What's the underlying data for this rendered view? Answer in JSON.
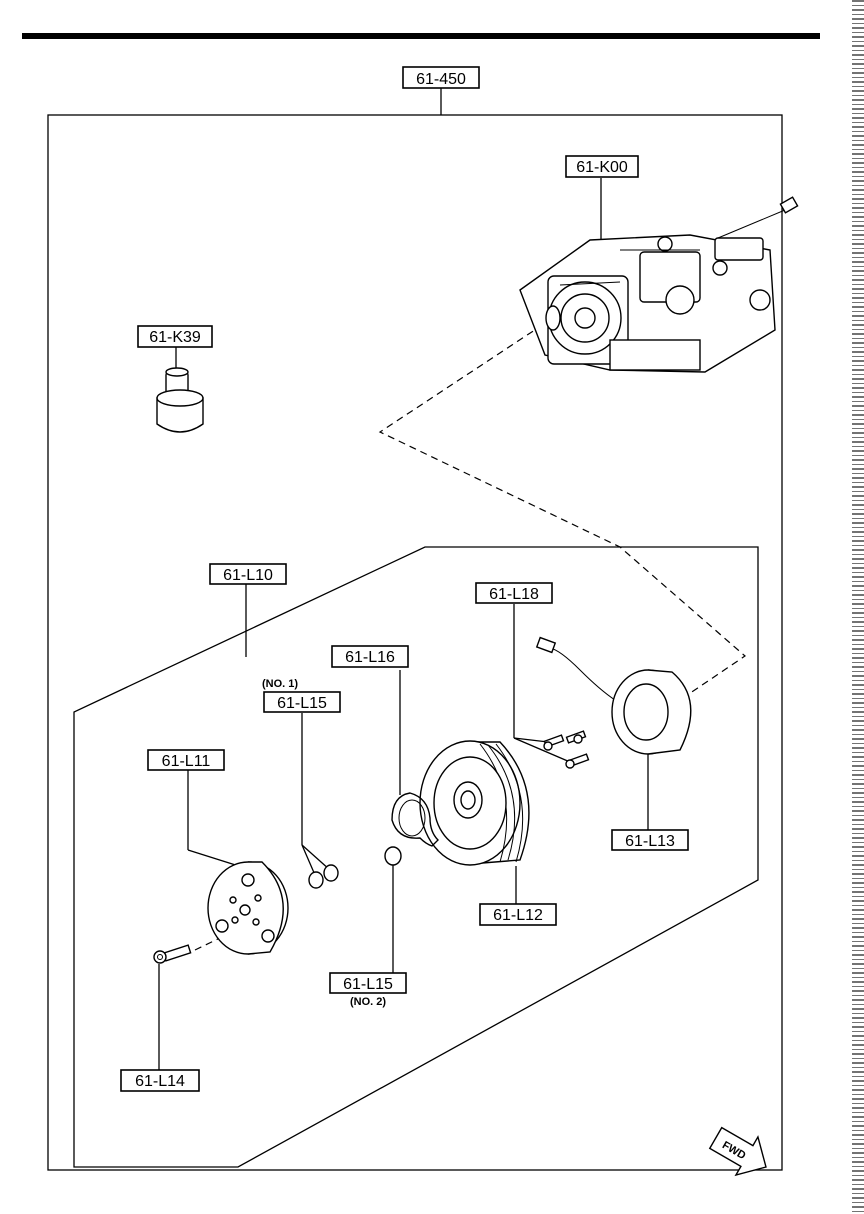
{
  "labels": {
    "assembly": "61-450",
    "compressor": "61-K00",
    "oil": "61-K39",
    "clutch_kit": "61-L10",
    "hub": "61-L11",
    "pulley": "61-L12",
    "coil": "61-L13",
    "bolt": "61-L14",
    "shim_no1": "61-L15",
    "snap_ring": "61-L16",
    "coil_screws": "61-L18",
    "shim_no2": "61-L15"
  },
  "notes": {
    "no1": "(NO. 1)",
    "no2": "(NO. 2)"
  },
  "fwd": "FWD"
}
